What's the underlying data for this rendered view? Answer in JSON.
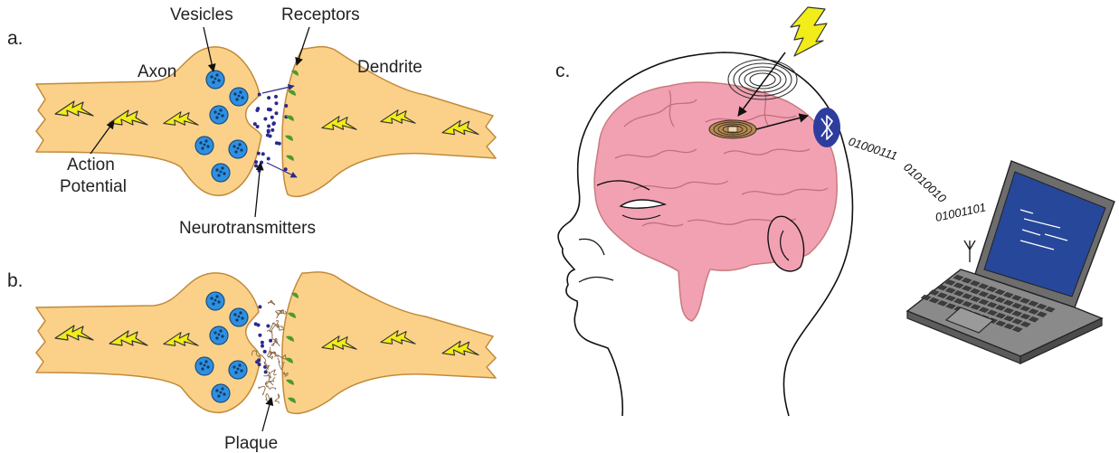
{
  "panels": {
    "a": "a.",
    "b": "b.",
    "c": "c."
  },
  "labels": {
    "vesicles": "Vesicles",
    "receptors": "Receptors",
    "axon": "Axon",
    "dendrite": "Dendrite",
    "action_potential_1": "Action",
    "action_potential_2": "Potential",
    "neurotransmitters": "Neurotransmitters",
    "plaque": "Plaque"
  },
  "binary": {
    "b1": "01000111",
    "b2": "01010010",
    "b3": "01001101"
  },
  "colors": {
    "neuron_fill": "#fbd18a",
    "neuron_stroke": "#c28a3a",
    "vesicle": "#2f8fe0",
    "neurotransmitter": "#2a2a8c",
    "receptor": "#4a9a30",
    "bolt": "#f2ec18",
    "brain": "#f2a1b3",
    "brain_stroke": "#c77b7b",
    "bluetooth": "#2d3d9e",
    "screen": "#27479a",
    "laptop": "#6d6d6d"
  }
}
